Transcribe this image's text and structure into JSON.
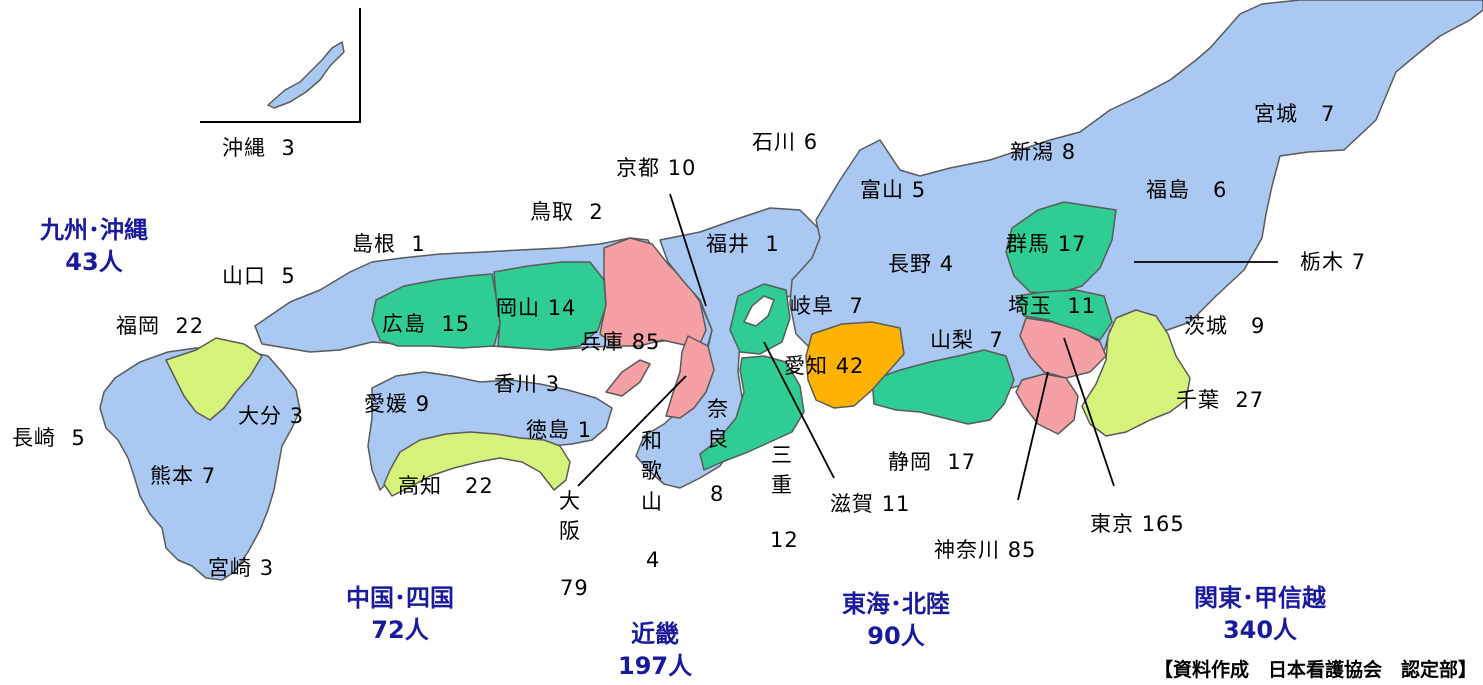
{
  "colors": {
    "blue": "#a9c8f2",
    "green": "#2fcc93",
    "lime": "#d5f27a",
    "pink": "#f4a0a4",
    "orange": "#ffb300",
    "outline": "#5a5a5a",
    "region_text": "#1a1a9e"
  },
  "prefectures": {
    "okinawa": {
      "name": "沖縄",
      "count": "3"
    },
    "kagoshima_none": {},
    "nagasaki": {
      "name": "長崎",
      "count": "5"
    },
    "fukuoka": {
      "name": "福岡",
      "count": "22"
    },
    "oita": {
      "name": "大分",
      "count": "3"
    },
    "kumamoto": {
      "name": "熊本",
      "count": "7"
    },
    "miyazaki": {
      "name": "宮崎",
      "count": "3"
    },
    "yamaguchi": {
      "name": "山口",
      "count": "5"
    },
    "shimane": {
      "name": "島根",
      "count": "1"
    },
    "tottori": {
      "name": "鳥取",
      "count": "2"
    },
    "hiroshima": {
      "name": "広島",
      "count": "15"
    },
    "okayama": {
      "name": "岡山",
      "count": "14"
    },
    "ehime": {
      "name": "愛媛",
      "count": "9"
    },
    "kagawa": {
      "name": "香川",
      "count": "3"
    },
    "tokushima": {
      "name": "徳島",
      "count": "1"
    },
    "kochi": {
      "name": "高知",
      "count": "22"
    },
    "kyoto": {
      "name": "京都",
      "count": "10"
    },
    "hyogo": {
      "name": "兵庫",
      "count": "85"
    },
    "osaka": {
      "name": "大阪",
      "count": "79"
    },
    "wakayama": {
      "name": "和歌山",
      "count": "4"
    },
    "nara": {
      "name": "奈良",
      "count": "8"
    },
    "mie": {
      "name": "三重",
      "count": "12"
    },
    "shiga": {
      "name": "滋賀",
      "count": "11"
    },
    "fukui": {
      "name": "福井",
      "count": "1"
    },
    "ishikawa": {
      "name": "石川",
      "count": "6"
    },
    "toyama": {
      "name": "富山",
      "count": "5"
    },
    "gifu": {
      "name": "岐阜",
      "count": "7"
    },
    "aichi": {
      "name": "愛知",
      "count": "42"
    },
    "shizuoka": {
      "name": "静岡",
      "count": "17"
    },
    "nagano": {
      "name": "長野",
      "count": "4"
    },
    "yamanashi": {
      "name": "山梨",
      "count": "7"
    },
    "niigata": {
      "name": "新潟",
      "count": "8"
    },
    "gunma": {
      "name": "群馬",
      "count": "17"
    },
    "saitama": {
      "name": "埼玉",
      "count": "11"
    },
    "tokyo": {
      "name": "東京",
      "count": "165"
    },
    "kanagawa": {
      "name": "神奈川",
      "count": "85"
    },
    "chiba": {
      "name": "千葉",
      "count": "27"
    },
    "ibaraki": {
      "name": "茨城",
      "count": "9"
    },
    "tochigi": {
      "name": "栃木",
      "count": "7"
    },
    "fukushima": {
      "name": "福島",
      "count": "6"
    },
    "miyagi": {
      "name": "宮城",
      "count": "7"
    }
  },
  "regions": {
    "kyushu": {
      "name": "九州･沖縄",
      "total": "43人"
    },
    "chugoku": {
      "name": "中国･四国",
      "total": "72人"
    },
    "kinki": {
      "name": "近畿",
      "total": "197人"
    },
    "tokai": {
      "name": "東海･北陸",
      "total": "90人"
    },
    "kanto": {
      "name": "関東･甲信越",
      "total": "340人"
    }
  },
  "credit": "【資料作成　日本看護協会　認定部】"
}
